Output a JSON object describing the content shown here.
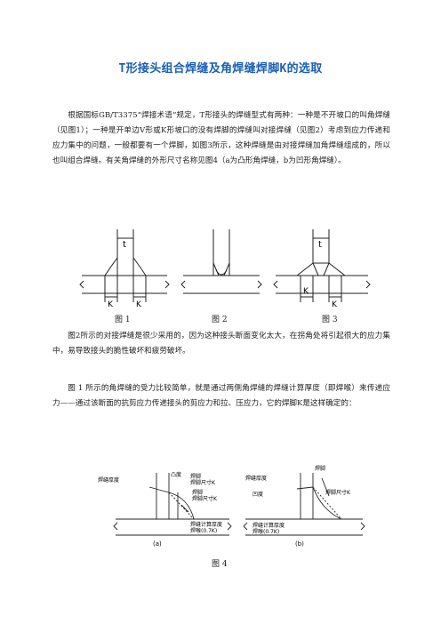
{
  "title": "T形接头组合焊缝及角焊缝焊脚K的选取",
  "paragraphs": [
    "根据国标GB/T3375“焊接术语”规定，T形接头的焊缝型式有两种：一种是不开坡口的叫角焊缝（见图1）；一种是开单边V形或K形坡口的没有焊脚的焊缝叫对接焊缝（见图2）考虑到应力传递和应力集中的问题，一般都要有一个焊脚，如图3所示，这种焊缝是由对接焊缝加角焊缝组成的，所以也叫组合焊缝。有关角焊缝的外形尺寸名称见图4（a为凸形角焊缝，b为凹形角焊缝）。",
    "图2所示的对接焊缝是很少采用的，因为这种接头断面变化太大，在拐角处将引起很大的应力集中，易导致接头的脆性破坏和疲劳破坏。",
    "图 1 所示的角焊缝的受力比较简单，就是通过两侧角焊缝的焊缝计算厚度（即焊喉）来传递应力——通过该断面的抗剪应力传递接头的剪应力和拉、压应力，它的焊脚K是这样确定的："
  ],
  "fig_top": {
    "t1": "t",
    "t3": "t",
    "k": "K",
    "cap1": "图 1",
    "cap2": "图 2",
    "cap3": "图 3"
  },
  "fig4": {
    "a_thickness": "焊缝厚度",
    "a_convex": "凸度",
    "a_leg": "焊脚",
    "a_leg_size": "焊脚尺寸K",
    "a_leg2": "焊脚",
    "a_leg_size2": "焊脚尺寸K",
    "a_calc": "焊缝计算厚度",
    "a_throat": "焊喉(0.7K)",
    "a_label": "(a)",
    "b_leg": "焊脚",
    "b_thickness": "焊缝厚度",
    "b_concave": "凹度",
    "b_leg_size": "焊脚尺寸K",
    "b_calc": "焊缝计算厚度",
    "b_throat": "焊喉(0.7K)",
    "b_label": "(b)",
    "caption": "图 4"
  }
}
